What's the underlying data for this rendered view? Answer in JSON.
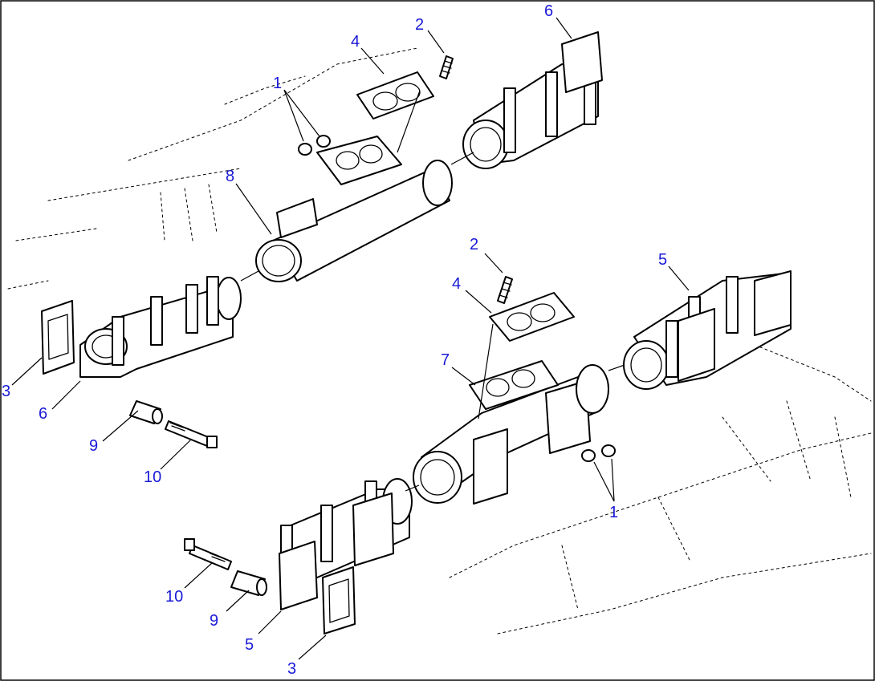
{
  "diagram": {
    "label_color": "#1a1ad8",
    "callouts": [
      {
        "id": "c1a",
        "text": "1"
      },
      {
        "id": "c2a",
        "text": "2"
      },
      {
        "id": "c4a",
        "text": "4"
      },
      {
        "id": "c6a",
        "text": "6"
      },
      {
        "id": "c8",
        "text": "8"
      },
      {
        "id": "c3a",
        "text": "3"
      },
      {
        "id": "c6b",
        "text": "6"
      },
      {
        "id": "c9a",
        "text": "9"
      },
      {
        "id": "c10a",
        "text": "10"
      },
      {
        "id": "c2b",
        "text": "2"
      },
      {
        "id": "c4b",
        "text": "4"
      },
      {
        "id": "c5a",
        "text": "5"
      },
      {
        "id": "c7",
        "text": "7"
      },
      {
        "id": "c1b",
        "text": "1"
      },
      {
        "id": "c10b",
        "text": "10"
      },
      {
        "id": "c9b",
        "text": "9"
      },
      {
        "id": "c5b",
        "text": "5"
      },
      {
        "id": "c3b",
        "text": "3"
      }
    ]
  }
}
